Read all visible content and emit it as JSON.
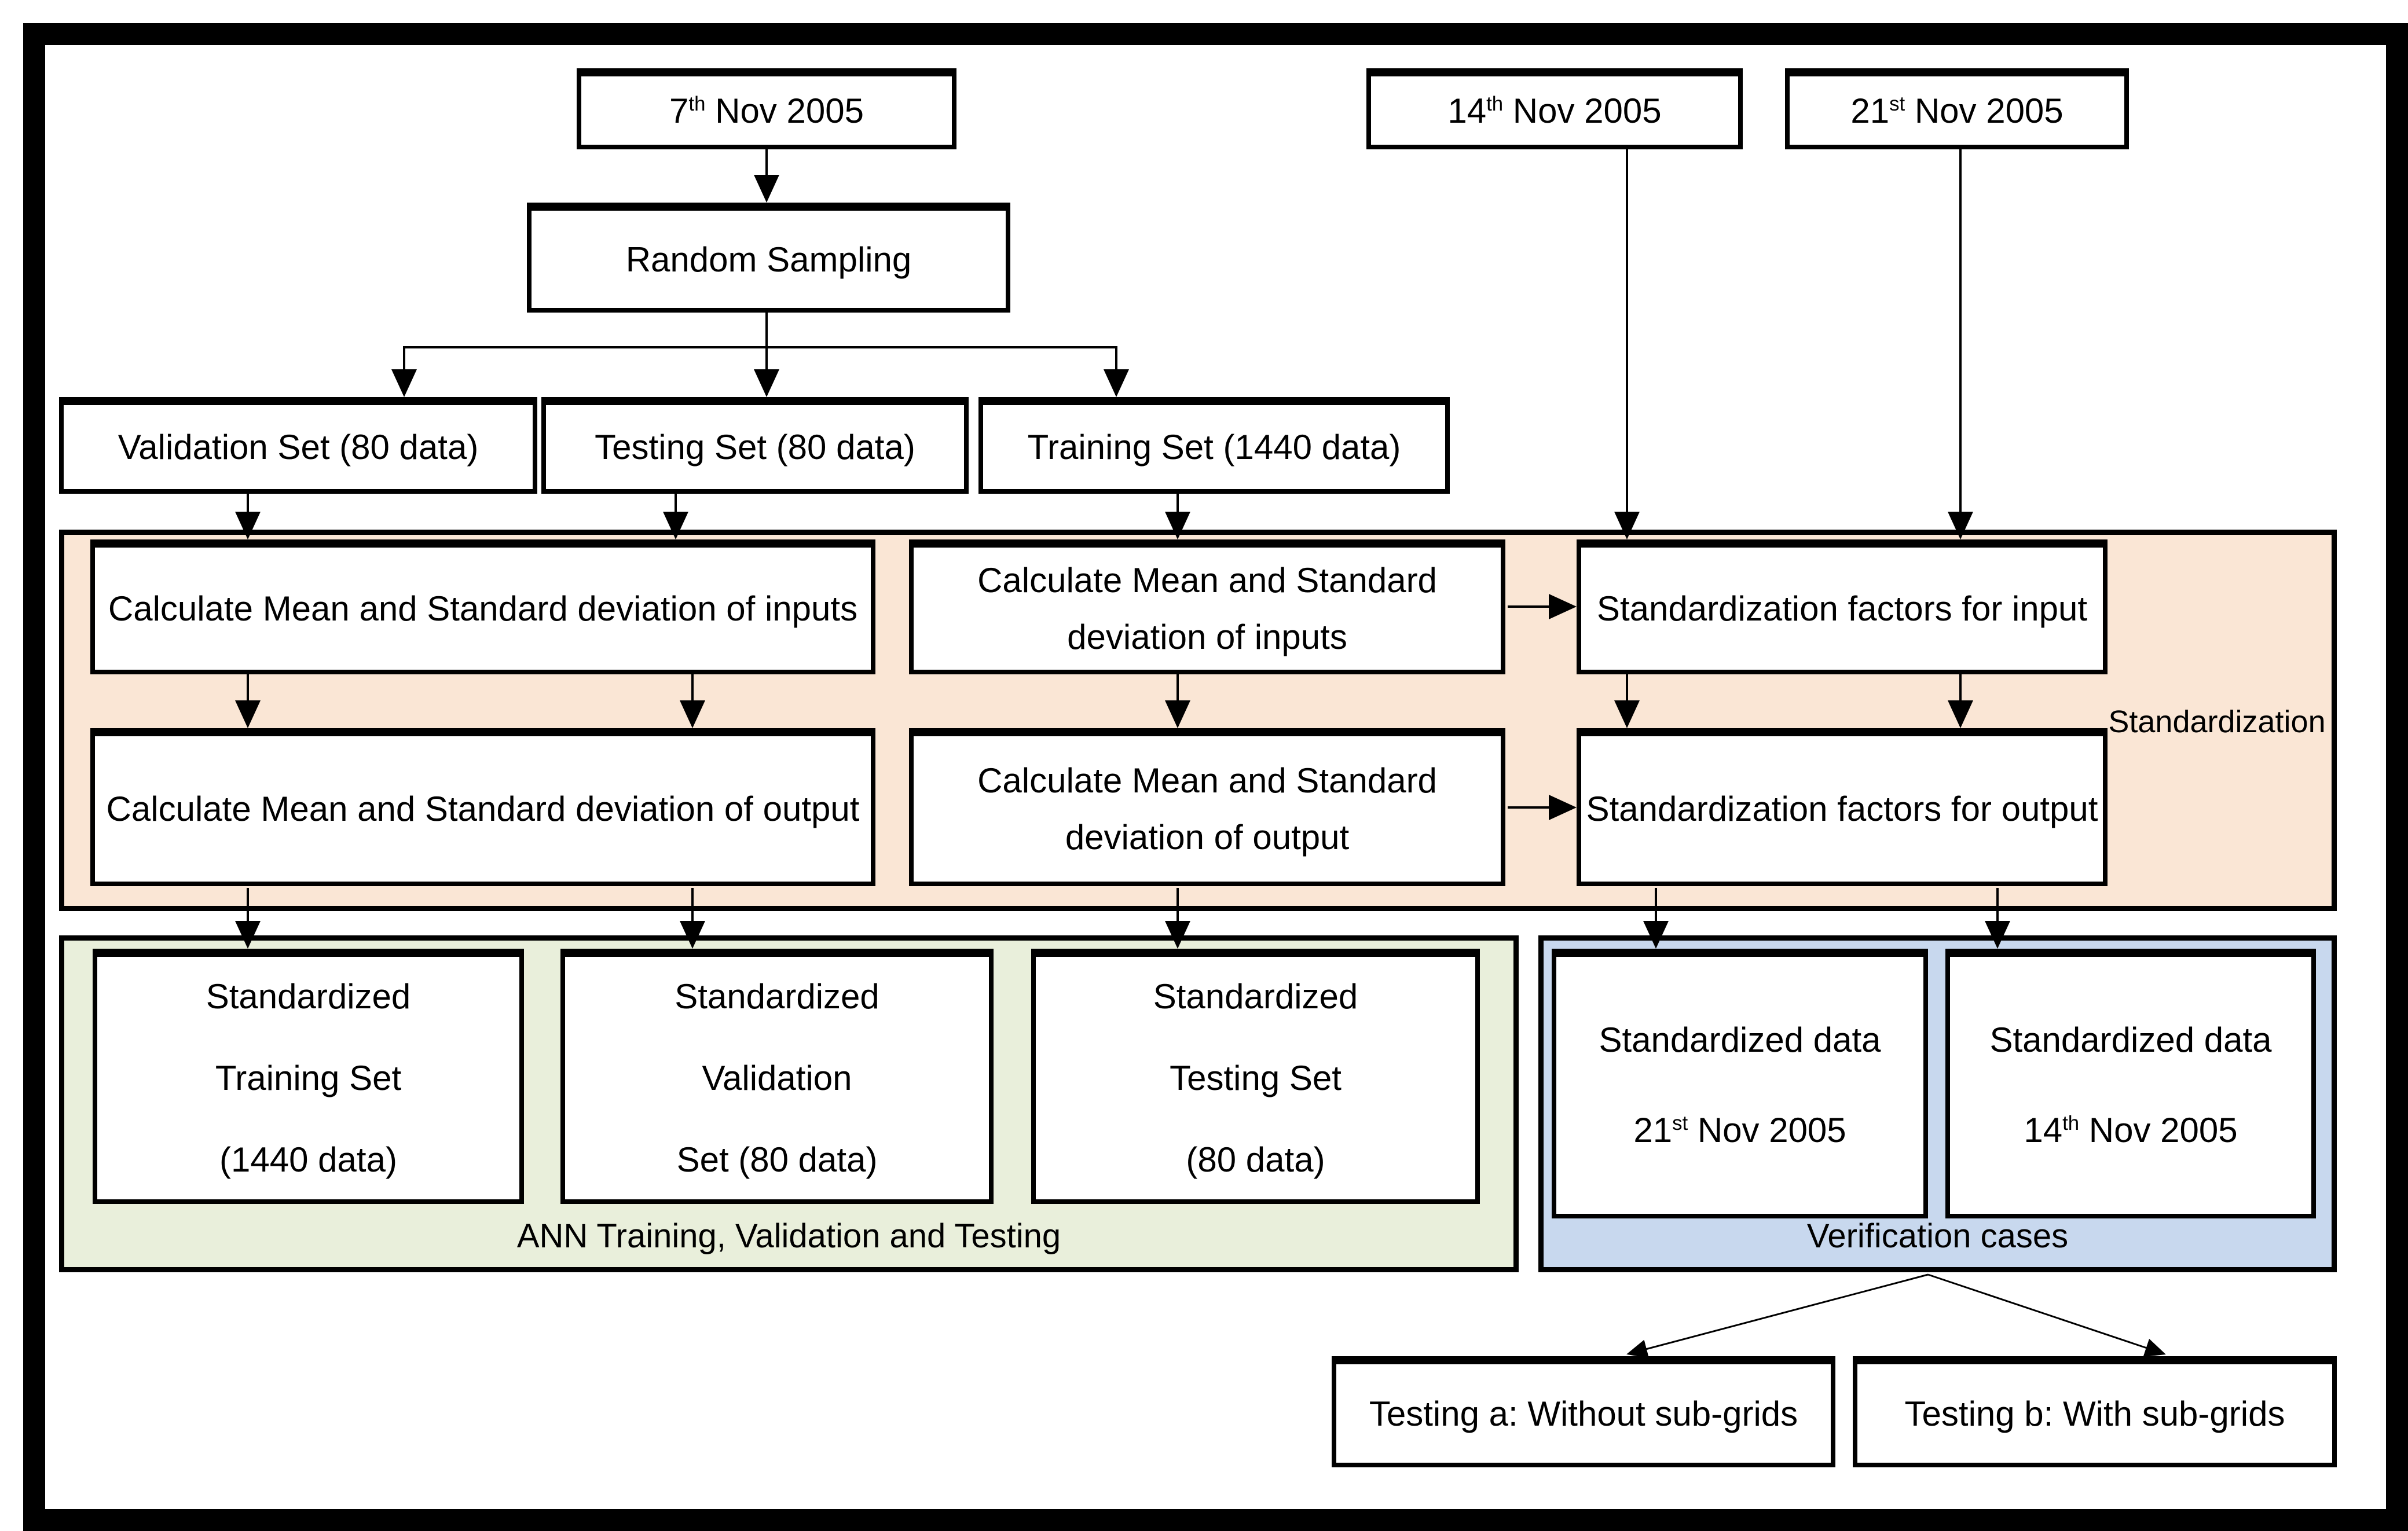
{
  "diagram": {
    "nodes": {
      "date7": {
        "base": "7",
        "sup": "th",
        "rest": " Nov 2005"
      },
      "date14": {
        "base": "14",
        "sup": "th",
        "rest": " Nov 2005"
      },
      "date21": {
        "base": "21",
        "sup": "st",
        "rest": " Nov 2005"
      },
      "random_sampling": {
        "label": "Random Sampling"
      },
      "validation_set": {
        "label": "Validation Set (80 data)"
      },
      "testing_set": {
        "label": "Testing Set (80 data)"
      },
      "training_set": {
        "label": "Training Set (1440 data)"
      },
      "calc_inputs_left": {
        "label": "Calculate Mean and Standard deviation of inputs"
      },
      "calc_output_left": {
        "label": "Calculate Mean and Standard deviation of output"
      },
      "calc_inputs_mid": {
        "label": "Calculate Mean and Standard deviation of inputs"
      },
      "calc_output_mid": {
        "label": "Calculate Mean and Standard deviation of output"
      },
      "factors_input": {
        "label": "Standardization factors for input"
      },
      "factors_output": {
        "label": "Standardization factors for output"
      },
      "std_training": {
        "lines": [
          "Standardized",
          "Training Set",
          "(1440 data)"
        ]
      },
      "std_validation": {
        "lines": [
          "Standardized",
          "Validation",
          "Set (80 data)"
        ]
      },
      "std_testing": {
        "lines": [
          "Standardized",
          "Testing Set",
          "(80 data)"
        ]
      },
      "std_data_21": {
        "line1": "Standardized data",
        "base": "21",
        "sup": "st",
        "rest": " Nov 2005"
      },
      "std_data_14": {
        "line1": "Standardized data",
        "base": "14",
        "sup": "th",
        "rest": " Nov 2005"
      },
      "testing_a": {
        "label": "Testing a: Without sub-grids"
      },
      "testing_b": {
        "label": "Testing b: With sub-grids"
      }
    },
    "regions": {
      "standardization": {
        "label": "Standardization",
        "color": "#FAE6D5"
      },
      "ann": {
        "label": "ANN Training, Validation and Testing",
        "color": "#E9EFDB"
      },
      "verification": {
        "label": "Verification cases",
        "color": "#C8D8EE"
      }
    }
  }
}
